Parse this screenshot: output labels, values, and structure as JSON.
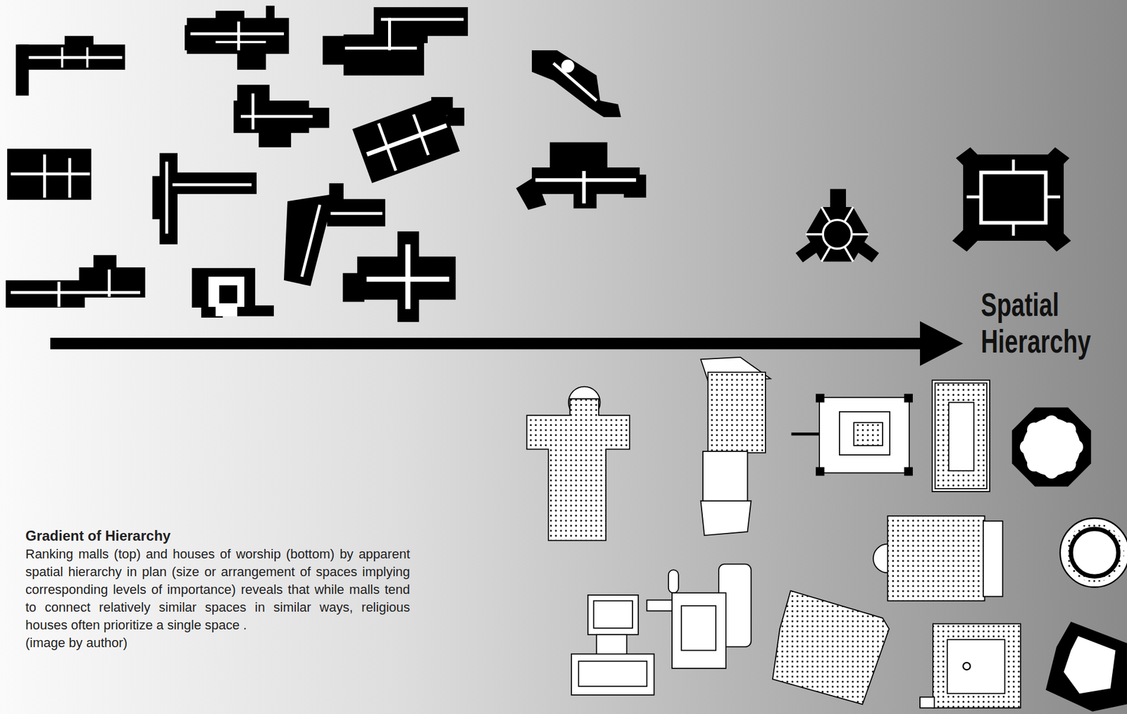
{
  "diagram": {
    "title": "Gradient of Hierarchy",
    "caption": "Ranking malls (top) and houses of worship (bottom) by apparent spatial hierarchy in plan (size or arrangement of spaces implying corresponding levels of importance) reveals that while malls tend to connect relatively similar spaces in similar ways, religious houses often prioritize a single space .",
    "labels": [
      "Spatial Hierarchy",
      "(image by author)"
    ]
  }
}
